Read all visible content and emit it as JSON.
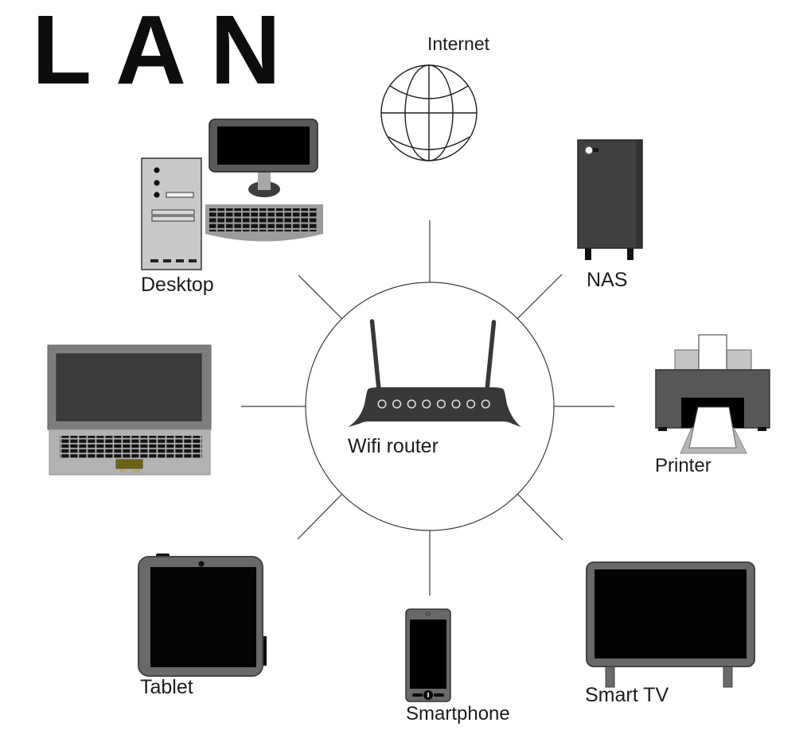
{
  "title": "LAN",
  "diagram": {
    "hub": {
      "id": "wifi_router",
      "label": "Wifi router",
      "icon": "wifi-router-icon"
    },
    "nodes": [
      {
        "id": "internet",
        "label": "Internet",
        "icon": "globe-icon",
        "position": "top"
      },
      {
        "id": "nas",
        "label": "NAS",
        "icon": "nas-icon",
        "position": "top-right"
      },
      {
        "id": "printer",
        "label": "Printer",
        "icon": "printer-icon",
        "position": "right"
      },
      {
        "id": "smart_tv",
        "label": "Smart TV",
        "icon": "smart-tv-icon",
        "position": "bottom-right"
      },
      {
        "id": "smartphone",
        "label": "Smartphone",
        "icon": "smartphone-icon",
        "position": "bottom"
      },
      {
        "id": "tablet",
        "label": "Tablet",
        "icon": "tablet-icon",
        "position": "bottom-left"
      },
      {
        "id": "laptop",
        "label": "",
        "icon": "laptop-icon",
        "position": "left"
      },
      {
        "id": "desktop",
        "label": "Desktop",
        "icon": "desktop-icon",
        "position": "top-left"
      }
    ],
    "connections": [
      {
        "from": "wifi_router",
        "to": "internet"
      },
      {
        "from": "wifi_router",
        "to": "nas"
      },
      {
        "from": "wifi_router",
        "to": "printer"
      },
      {
        "from": "wifi_router",
        "to": "smart_tv"
      },
      {
        "from": "wifi_router",
        "to": "smartphone"
      },
      {
        "from": "wifi_router",
        "to": "tablet"
      },
      {
        "from": "wifi_router",
        "to": "laptop"
      },
      {
        "from": "wifi_router",
        "to": "desktop"
      }
    ]
  },
  "colors": {
    "background": "#ffffff",
    "line": "#3a3a3a",
    "text": "#1c1c1c",
    "device_dark": "#383838",
    "device_gray": "#696969",
    "device_light_gray": "#c9c9c9",
    "screen_black": "#000000",
    "touchpad_olive": "#6b6416"
  }
}
